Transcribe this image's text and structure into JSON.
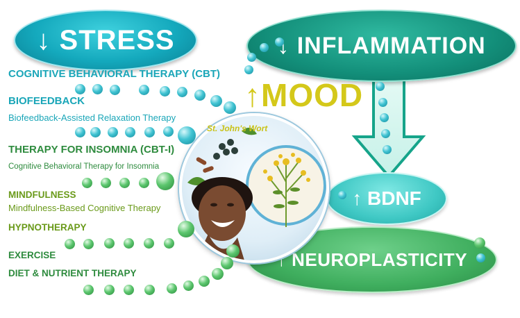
{
  "ovals": {
    "stress": {
      "arrow": "↓",
      "label": "STRESS"
    },
    "inflammation": {
      "arrow": "↓",
      "label": "INFLAMMATION"
    },
    "bdnf": {
      "arrow": "↑",
      "label": "BDNF"
    },
    "neuroplasticity": {
      "arrow": "↑",
      "label": "NEUROPLASTICITY"
    }
  },
  "mood": {
    "arrow": "↑",
    "label": "MOOD"
  },
  "herb_label": "St. John's Wort",
  "therapies": {
    "cbt": "COGNITIVE BEHAVIORAL THERAPY (CBT)",
    "biofeedback": "BIOFEEDBACK",
    "biofeedback_sub": "Biofeedback-Assisted Relaxation Therapy",
    "insomnia": "THERAPY FOR INSOMNIA (CBT-I)",
    "insomnia_sub": "Cognitive Behavioral Therapy for Insomnia",
    "mindfulness": "MINDFULNESS",
    "mindfulness_sub": "Mindfulness-Based Cognitive Therapy",
    "hypnotherapy": "HYPNOTHERAPY",
    "exercise": "EXERCISE",
    "diet": "DIET & NUTRIENT THERAPY"
  },
  "colors": {
    "stress": "#14a9bd",
    "inflammation": "#138f7a",
    "bdnf": "#3fc8c4",
    "neuroplasticity": "#3fae5e",
    "mood": "#d4c81a",
    "therapy_teal": "#1aa6b8",
    "therapy_green": "#2e8b3e"
  }
}
